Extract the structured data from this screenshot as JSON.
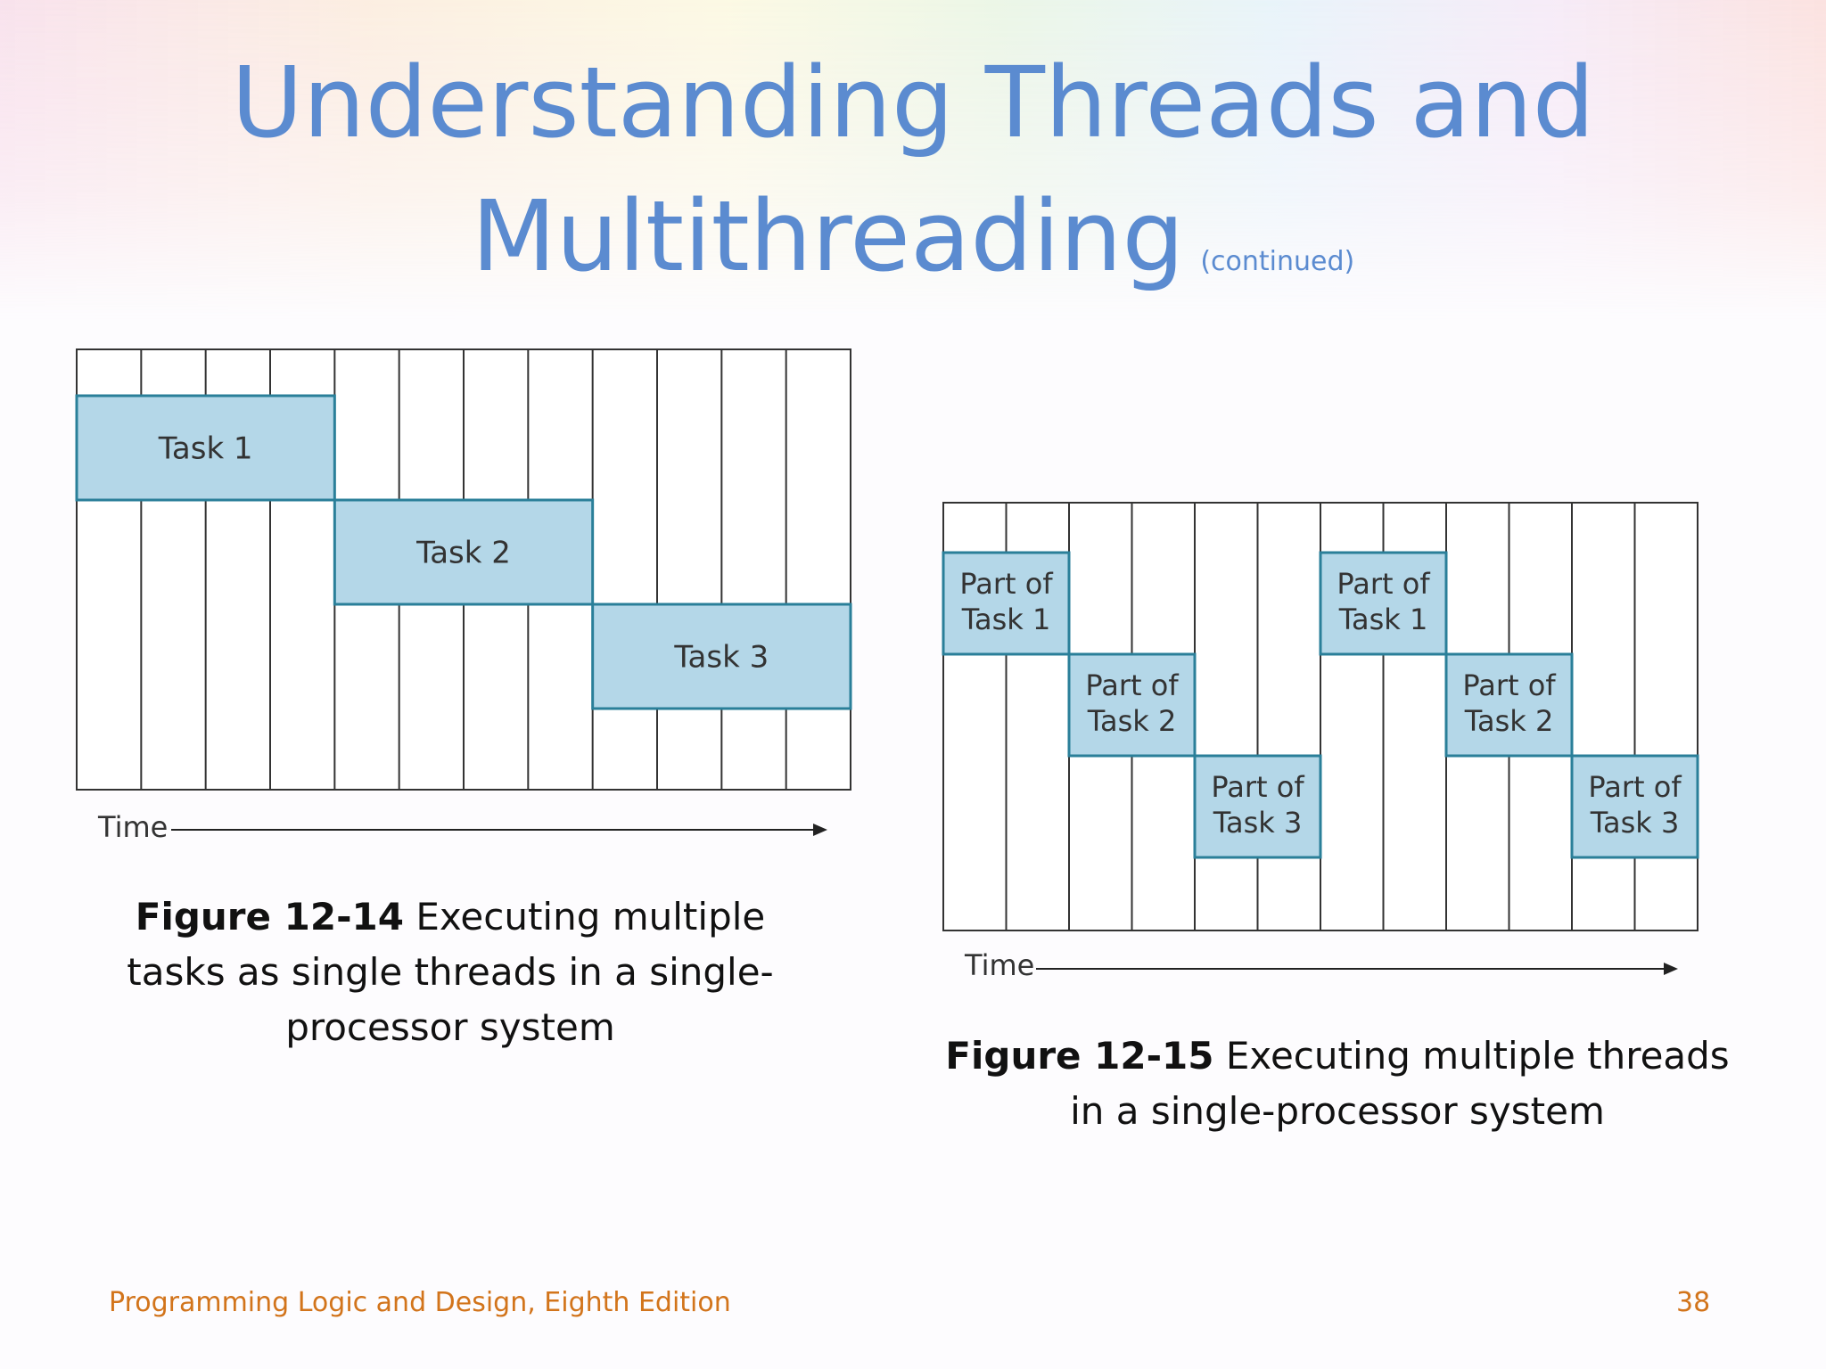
{
  "slide": {
    "title_line1": "Understanding Threads and",
    "title_line2": "Multithreading",
    "title_suffix": "(continued)",
    "footer_left": "Programming Logic and Design, Eighth Edition",
    "page_number": "38"
  },
  "figure_14": {
    "caption_bold": "Figure 12-14",
    "caption_text": "Executing multiple tasks as single threads in a single-processor system",
    "axis_label": "Time",
    "tasks": [
      "Task 1",
      "Task 2",
      "Task 3"
    ]
  },
  "figure_15": {
    "caption_bold": "Figure 12-15",
    "caption_text": "Executing multiple threads in a single-processor system",
    "axis_label": "Time",
    "blocks": [
      {
        "line1": "Part of",
        "line2": "Task 1"
      },
      {
        "line1": "Part of",
        "line2": "Task 2"
      },
      {
        "line1": "Part of",
        "line2": "Task 3"
      },
      {
        "line1": "Part of",
        "line2": "Task 1"
      },
      {
        "line1": "Part of",
        "line2": "Task 2"
      },
      {
        "line1": "Part of",
        "line2": "Task 3"
      }
    ]
  },
  "colors": {
    "title": "#5b8bd0",
    "block_fill": "#b4d7e8",
    "block_stroke": "#2a7f99",
    "footer": "#d2741b"
  }
}
